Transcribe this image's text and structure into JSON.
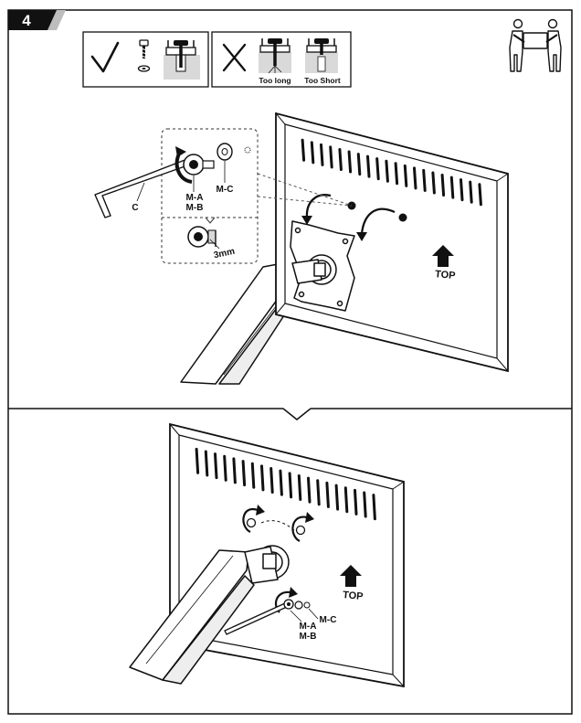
{
  "step": {
    "number": "4"
  },
  "fit_guide": {
    "correct_icon": "checkmark-icon",
    "incorrect_icon": "cross-icon",
    "too_long_label": "Too long",
    "too_short_label": "Too Short"
  },
  "people_icon": "two-person-lift-icon",
  "top_panel": {
    "labels": {
      "ma": "M-A",
      "mb": "M-B",
      "mc": "M-C",
      "c": "C",
      "gap": "3mm",
      "top": "TOP"
    }
  },
  "bottom_panel": {
    "labels": {
      "ma": "M-A",
      "mb": "M-B",
      "mc": "M-C",
      "top": "TOP"
    }
  },
  "colors": {
    "ink": "#111111",
    "shade": "#d9d9d9",
    "paper": "#ffffff"
  }
}
